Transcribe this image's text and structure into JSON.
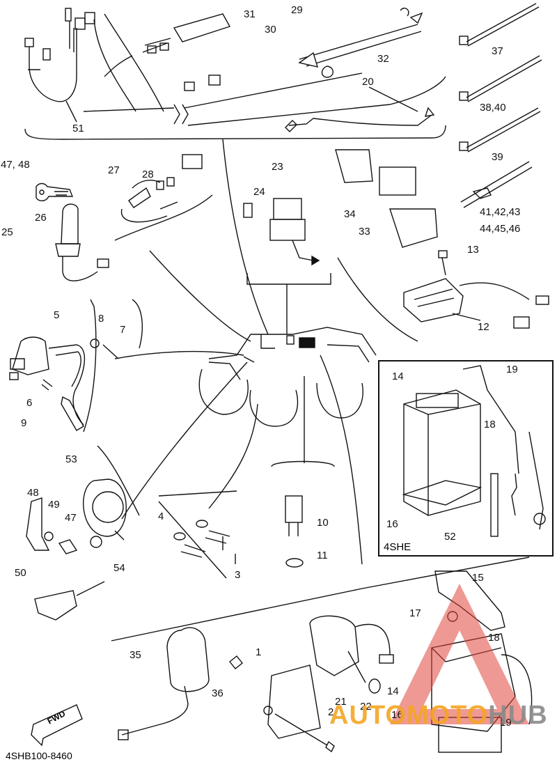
{
  "diagram": {
    "part_callouts": [
      {
        "id": "c31",
        "text": "31"
      },
      {
        "id": "c29",
        "text": "29"
      },
      {
        "id": "c30",
        "text": "30"
      },
      {
        "id": "c32",
        "text": "32"
      },
      {
        "id": "c20",
        "text": "20"
      },
      {
        "id": "c37",
        "text": "37"
      },
      {
        "id": "c38",
        "text": "38,40"
      },
      {
        "id": "c39",
        "text": "39"
      },
      {
        "id": "c41",
        "text": "41,42,43"
      },
      {
        "id": "c44",
        "text": "44,45,46"
      },
      {
        "id": "c51",
        "text": "51"
      },
      {
        "id": "c47a",
        "text": "47, 48"
      },
      {
        "id": "c27",
        "text": "27"
      },
      {
        "id": "c28",
        "text": "28"
      },
      {
        "id": "c26",
        "text": "26"
      },
      {
        "id": "c25",
        "text": "25"
      },
      {
        "id": "c23",
        "text": "23"
      },
      {
        "id": "c24",
        "text": "24"
      },
      {
        "id": "c34",
        "text": "34"
      },
      {
        "id": "c33",
        "text": "33"
      },
      {
        "id": "c13",
        "text": "13"
      },
      {
        "id": "c12",
        "text": "12"
      },
      {
        "id": "c5",
        "text": "5"
      },
      {
        "id": "c8",
        "text": "8"
      },
      {
        "id": "c7",
        "text": "7"
      },
      {
        "id": "c6",
        "text": "6"
      },
      {
        "id": "c9",
        "text": "9"
      },
      {
        "id": "c19",
        "text": "19"
      },
      {
        "id": "c14a",
        "text": "14"
      },
      {
        "id": "c18a",
        "text": "18"
      },
      {
        "id": "c16a",
        "text": "16"
      },
      {
        "id": "c52",
        "text": "52"
      },
      {
        "id": "c53",
        "text": "53"
      },
      {
        "id": "c48",
        "text": "48"
      },
      {
        "id": "c49",
        "text": "49"
      },
      {
        "id": "c47",
        "text": "47"
      },
      {
        "id": "c54",
        "text": "54"
      },
      {
        "id": "c50",
        "text": "50"
      },
      {
        "id": "c4",
        "text": "4"
      },
      {
        "id": "c3",
        "text": "3"
      },
      {
        "id": "c10",
        "text": "10"
      },
      {
        "id": "c11",
        "text": "11"
      },
      {
        "id": "c15",
        "text": "15"
      },
      {
        "id": "c17",
        "text": "17"
      },
      {
        "id": "c18b",
        "text": "18"
      },
      {
        "id": "c35",
        "text": "35"
      },
      {
        "id": "c1",
        "text": "1"
      },
      {
        "id": "c36",
        "text": "36"
      },
      {
        "id": "c21",
        "text": "21"
      },
      {
        "id": "c22",
        "text": "22"
      },
      {
        "id": "c14b",
        "text": "14"
      },
      {
        "id": "c16b",
        "text": "16"
      },
      {
        "id": "c19b",
        "text": "19"
      },
      {
        "id": "c2",
        "text": "2"
      }
    ],
    "sub_box_label": "4SHE",
    "fwd_label": "FWD",
    "diagram_code": "4SHB100-8460",
    "watermark": {
      "main": "AUTOMOTO",
      "suffix": "HUB",
      "color_main": "#f4a623",
      "color_triangle": "#e0463c"
    }
  }
}
